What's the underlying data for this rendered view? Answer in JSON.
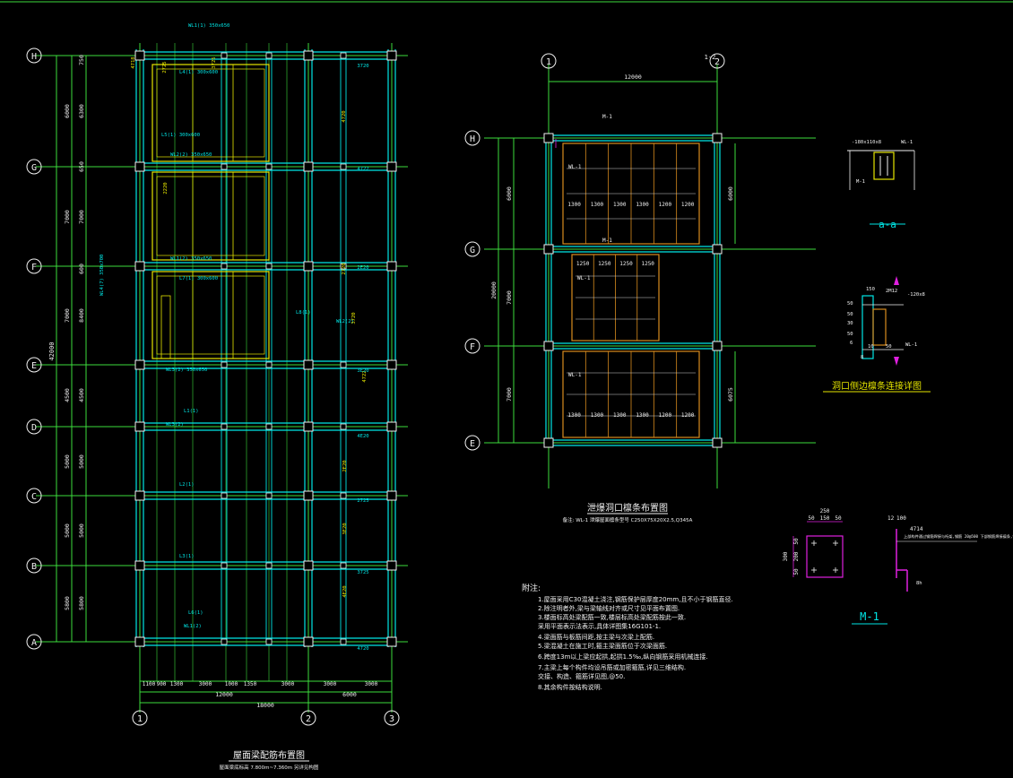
{
  "left_plan": {
    "title": "屋面梁配筋布置图",
    "subtitle": "屋面梁底标高 7.800m~7.360m 另详见构图",
    "axis_rows": [
      "H",
      "G",
      "F",
      "E",
      "D",
      "C",
      "B",
      "A"
    ],
    "axis_cols": [
      "1",
      "2",
      "3"
    ],
    "row_dims_outer": [
      "750",
      "6300",
      "650",
      "7000",
      "600",
      "8400",
      "4500",
      "5000",
      "5000",
      "5800"
    ],
    "row_dims_inner": [
      "6000",
      "7000",
      "7000",
      "4500",
      "5000",
      "5000",
      "5800"
    ],
    "total_dim": "42000",
    "col_dims_small": [
      "1100",
      "900",
      "1300",
      "3000",
      "1000",
      "1350",
      "3000",
      "3000",
      "3000"
    ],
    "col_dim_12000": "12000",
    "col_dim_6000": "6000",
    "col_dim_18000": "18000",
    "beam_labels": [
      "WL1(1) 350x650",
      "WL1(2) 350x650",
      "WL2(2) 350x650",
      "WL3(2) 350x650",
      "WL4(7) 350x700",
      "L4(1) 300x600",
      "L5(1) 300x600",
      "L7(1) 300x600",
      "L1(1)",
      "L2(1)",
      "L3(1)",
      "L6(1)",
      "L8(1)",
      "WL2(2)",
      "WL3(2)",
      "WL1(2)"
    ],
    "rebar_labels": [
      "2725",
      "3725",
      "4720",
      "2720",
      "4718",
      "2220",
      "3720",
      "4722",
      "2E20",
      "3E20",
      "4E20"
    ]
  },
  "mid_plan": {
    "title": "泄爆洞口檩条布置图",
    "note": "备注: WL-1 泄爆屋面檩条型号 C250X75X20X2.5,Q345A",
    "axis_rows": [
      "H",
      "G",
      "F",
      "E"
    ],
    "axis_cols": [
      "1",
      "2"
    ],
    "top_dim": "12000",
    "left_dims": [
      "6000",
      "7000",
      "7000"
    ],
    "total_dim": "20000",
    "right_dims": [
      "6000",
      "6075"
    ],
    "bay_dims_top": [
      "1300",
      "1300",
      "1300",
      "1300",
      "1200",
      "1200"
    ],
    "bay_dims_mid": [
      "1250",
      "1250",
      "1250",
      "1250"
    ],
    "bay_dims_bot": [
      "1300",
      "1300",
      "1300",
      "1300",
      "1200",
      "1200"
    ],
    "purlin_label": "WL-1",
    "section_mark": "1-2",
    "m1_label": "M-1"
  },
  "detail_aa": {
    "title": "a-a",
    "label_top": "-180x110x8",
    "label_right": "WL-1",
    "label_left": "M-1"
  },
  "detail_conn": {
    "title": "洞口侧边檩条连接详图",
    "dims": [
      "150",
      "50",
      "50",
      "30",
      "50",
      "10",
      "50"
    ],
    "labels": [
      "2M12",
      "-120x8",
      "WL-1",
      "6",
      "8"
    ]
  },
  "detail_m1": {
    "title": "M-1",
    "dims_top": [
      "250",
      "50",
      "150",
      "50"
    ],
    "dims_left": [
      "300",
      "50",
      "200",
      "50"
    ],
    "side_dims": [
      "12",
      "100",
      "4714"
    ],
    "side_note": "上部构件通过钢筋焊接与桁架,钢筋 20@500 下部钢筋焊接檩条,钢筋直径@500",
    "weld": "8h"
  },
  "notes": {
    "heading": "附注:",
    "lines": [
      "1.屋面采用C30混凝土浇注,钢筋保护层厚度20mm,且不小于钢筋直径.",
      "2.除注明者外,梁与梁轴线对齐或尺寸见平面布置图.",
      "3.楼面标高处梁配筋一致,楼层标高处梁配筋按此一致.",
      "  采用平面表示法表示,具体详图集16G101-1.",
      "4.梁面筋与板筋间距,按主梁与次梁上配筋.",
      "5.梁混凝土在施工时,箍主梁面筋位于次梁面筋.",
      "6.跨度13m以上梁应起拱,起拱1.5‰,纵向钢筋采用机械连接.",
      "7.主梁上每个构件均设吊筋或加密箍筋,详见三维结构.",
      "  交接、构造、箍筋详见图,@50.",
      "8.其余构件按结构说明."
    ]
  },
  "colors": {
    "background": "#000000",
    "grid_green": "#3ddc3d",
    "column_cyan": "#00e5e5",
    "beam_yellow": "#e6e600",
    "purlin_orange": "#d98c1e",
    "detail_magenta": "#e020e0",
    "text_white": "#f0f0f0"
  }
}
